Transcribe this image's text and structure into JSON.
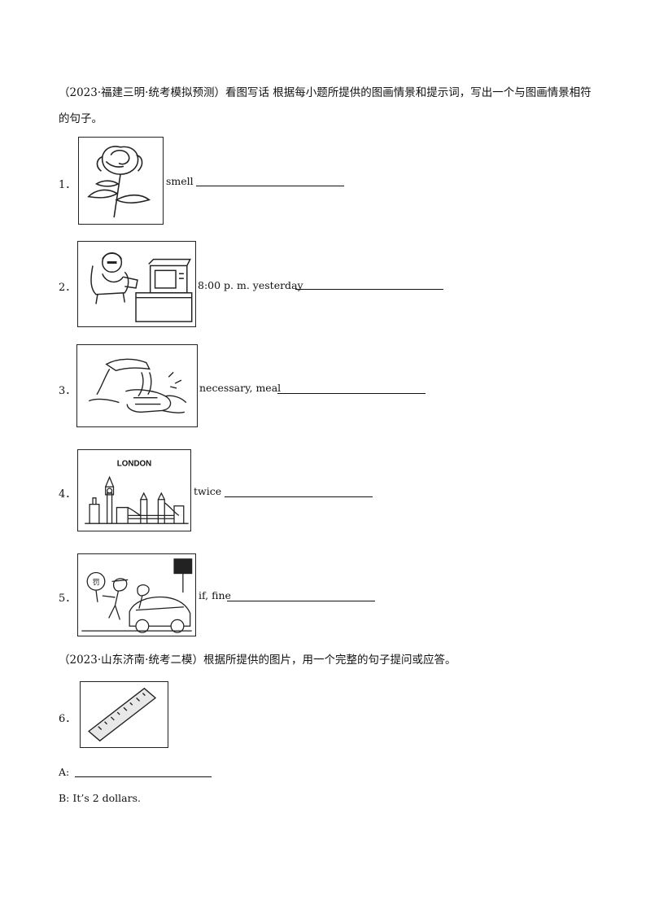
{
  "section1": {
    "intro": "（2023·福建三明·统考模拟预测）看图写话 根据每小题所提供的图画情景和提示词，写出一个与图画情景相符的句子。"
  },
  "questions": [
    {
      "number": "1．",
      "hint": "smell",
      "picture": "rose-icon"
    },
    {
      "number": "2．",
      "hint": "8:00 p. m. yesterday",
      "picture": "tv-watching-icon"
    },
    {
      "number": "3．",
      "hint": "necessary, meal",
      "picture": "washing-hands-icon"
    },
    {
      "number": "4．",
      "hint": "twice",
      "picture": "london-icon",
      "picture_text": "LONDON"
    },
    {
      "number": "5．",
      "hint": "if, fine",
      "picture": "traffic-fine-icon",
      "sign_text": "罚"
    },
    {
      "number": "6．",
      "picture": "ruler-icon"
    }
  ],
  "section2": {
    "intro": "（2023·山东济南·统考二模）根据所提供的图片，用一个完整的句子提问或应答。"
  },
  "dialog": {
    "a_label": "A:",
    "b_label": "B:",
    "b_text": "It’s 2 dollars."
  }
}
